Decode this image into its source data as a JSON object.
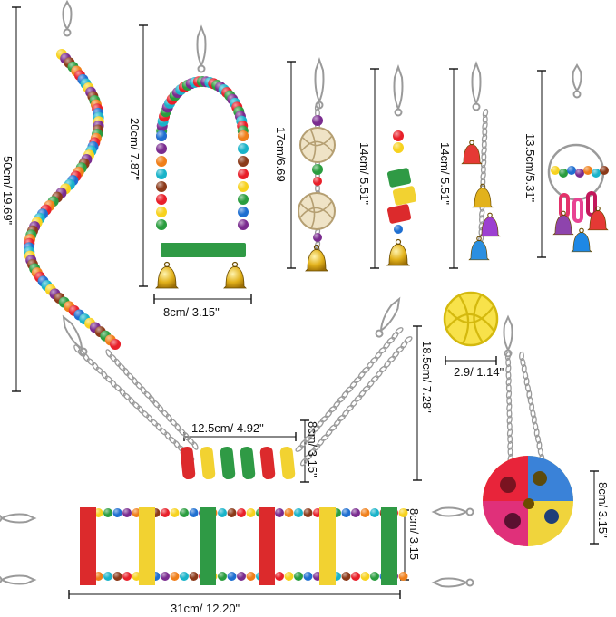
{
  "colors": {
    "beads": [
      "#e8202a",
      "#f7d21e",
      "#2a9d3f",
      "#1f6fd1",
      "#7a2c8f",
      "#f07f1a",
      "#19b3c9",
      "#8b3a1a"
    ],
    "wood_red": "#dc2a2c",
    "wood_yellow": "#f2d231",
    "wood_green": "#2f9a45",
    "bell": "#e2b21c",
    "metal": "#9a9a9a",
    "dimension_line": "#111111"
  },
  "labels": {
    "rope_length": "50cm/ 19.69\"",
    "swing_height": "20cm/ 7.87\"",
    "swing_width": "8cm/ 3.15\"",
    "wicker_toy_height": "17cm/6.69",
    "block_toy_height": "14cm/ 5.51\"",
    "bell_toy_height": "14cm/ 5.51\"",
    "ring_toy_height": "13.5cm/5.31\"",
    "ball_diameter": "2.9/ 1.14\"",
    "hammock_chain_height": "18.5cm/ 7.28\"",
    "hammock_width": "12.5cm/ 4.92\"",
    "hammock_depth": "8cm/ 3.15\"",
    "ladder_width": "8cm/ 3.15",
    "ladder_length": "31cm/ 12.20\"",
    "hanging_ball_height": "8cm/ 3.15\""
  }
}
